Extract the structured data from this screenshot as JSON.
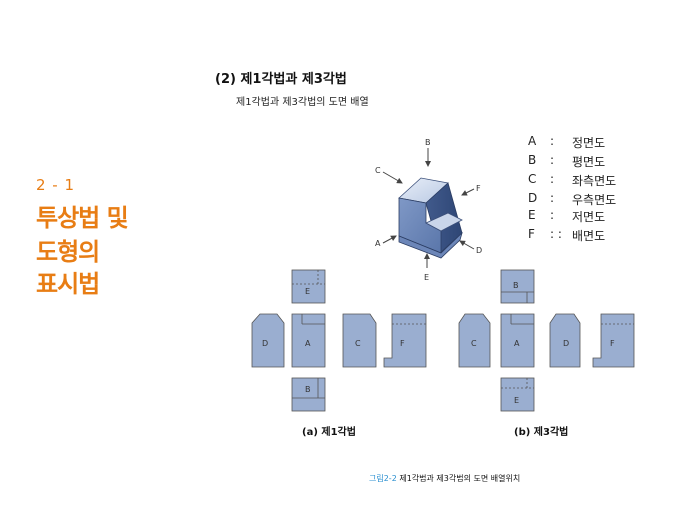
{
  "section": {
    "number": "2 - 1",
    "title_lines": [
      "투상법 및",
      "도형의",
      "표시법"
    ]
  },
  "heading": "(2) 제1각법과 제3각법",
  "subheading": "제1각법과 제3각법의 도면 배열",
  "legend": [
    {
      "key": "A",
      "sep": ":",
      "value": "정면도"
    },
    {
      "key": "B",
      "sep": ":",
      "value": "평면도"
    },
    {
      "key": "C",
      "sep": ":",
      "value": "좌측면도"
    },
    {
      "key": "D",
      "sep": ":",
      "value": "우측면도"
    },
    {
      "key": "E",
      "sep": ":",
      "value": "저면도"
    },
    {
      "key": "F",
      "sep": ": :",
      "value": "배면도"
    }
  ],
  "iso_labels": {
    "a": "A",
    "b": "B",
    "c": "C",
    "d": "D",
    "e": "E",
    "f": "F"
  },
  "first_angle": {
    "caption": "(a) 제1각법",
    "top": "E",
    "row": [
      "D",
      "A",
      "C",
      "F"
    ],
    "bottom": "B"
  },
  "third_angle": {
    "caption": "(b) 제3각법",
    "top": "B",
    "row": [
      "C",
      "A",
      "D",
      "F"
    ],
    "bottom": "E"
  },
  "figure_caption": {
    "number": "그림2-2",
    "text": " 제1각법과 제3각법의 도면 배열위치"
  },
  "colors": {
    "accent": "#e87d14",
    "view_fill": "#9aaed0",
    "caption_number": "#2a8fd0"
  }
}
